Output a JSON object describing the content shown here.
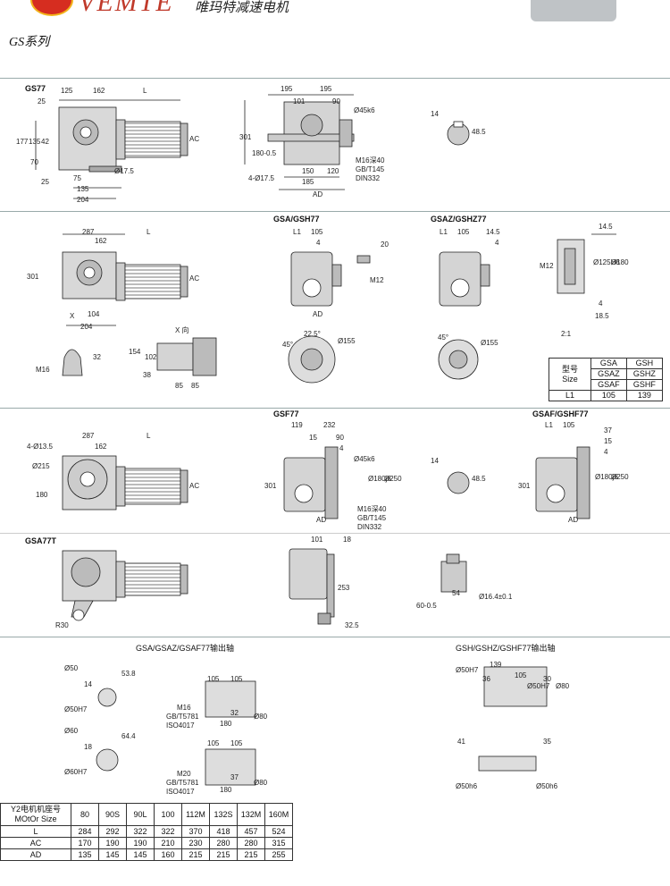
{
  "header": {
    "brand": "VEMTE",
    "brand_cn": "唯玛特减速电机",
    "series": "GS系列"
  },
  "sections": {
    "gs77": "GS77",
    "gsa": "GSA/GSH77",
    "gsaz": "GSAZ/GSHZ77",
    "gsf": "GSF77",
    "gsaf": "GSAF/GSHF77",
    "gsat": "GSA77T",
    "out_left": "GSA/GSAZ/GSAF77输出轴",
    "out_right": "GSH/GSHZ/GSHF77输出轴"
  },
  "dims": {
    "s1": [
      "25",
      "125",
      "162",
      "L",
      "177",
      "135",
      "42",
      "70",
      "25",
      "75",
      "135",
      "204",
      "Ø17.5",
      "AC",
      "195",
      "195",
      "101",
      "90",
      "Ø45k6",
      "301",
      "180-0.5",
      "4-Ø17.5",
      "150",
      "185",
      "120",
      "AD",
      "M16深40",
      "GB/T145",
      "DIN332",
      "14",
      "48.5"
    ],
    "s2": [
      "287",
      "162",
      "L",
      "301",
      "AC",
      "104",
      "204",
      "X",
      "L1",
      "105",
      "4",
      "20",
      "M12",
      "AD",
      "L1",
      "105",
      "14.5",
      "4",
      "14.5",
      "M12",
      "Ø125H8",
      "Ø180",
      "4",
      "18.5",
      "2:1",
      "X 向",
      "M16",
      "32",
      "154",
      "102",
      "38",
      "85",
      "85",
      "45°",
      "22.5°",
      "Ø155",
      "45°",
      "Ø155"
    ],
    "s3": [
      "4-Ø13.5",
      "287",
      "162",
      "L",
      "Ø215",
      "180",
      "AC",
      "119",
      "232",
      "15",
      "90",
      "4",
      "Ø45k6",
      "Ø180j6",
      "Ø250",
      "301",
      "AD",
      "M16深40",
      "GB/T145",
      "DIN332",
      "14",
      "48.5",
      "L1",
      "105",
      "37",
      "15",
      "4",
      "Ø180j6",
      "Ø250",
      "301",
      "AD"
    ],
    "s4": [
      "101",
      "18",
      "253",
      "32.5",
      "R30",
      "54",
      "60-0.5",
      "Ø16.4±0.1"
    ],
    "s5": [
      "Ø50",
      "14",
      "53.8",
      "Ø50H7",
      "Ø60",
      "18",
      "64.4",
      "Ø60H7",
      "105",
      "105",
      "M16",
      "GB/T5781",
      "ISO4017",
      "32",
      "180",
      "Ø80",
      "105",
      "105",
      "M20",
      "GB/T5781",
      "ISO4017",
      "37",
      "180",
      "Ø80",
      "139",
      "105",
      "36",
      "30",
      "Ø50H7",
      "Ø50H7",
      "Ø80",
      "41",
      "35",
      "Ø50h6",
      "Ø50h6"
    ]
  },
  "spec_table": {
    "header": [
      "型号",
      "GSA",
      "GSH"
    ],
    "row2": [
      "GSAZ",
      "GSHZ"
    ],
    "row3": [
      "Size",
      "GSAF",
      "GSHF"
    ],
    "row4": [
      "L1",
      "105",
      "139"
    ]
  },
  "motor_table": {
    "head1": "Y2电机机座号",
    "head2": "MOtOr Size",
    "sizes": [
      "80",
      "90S",
      "90L",
      "100",
      "112M",
      "132S",
      "132M",
      "160M"
    ],
    "rows": [
      {
        "label": "L",
        "values": [
          "284",
          "292",
          "322",
          "322",
          "370",
          "418",
          "457",
          "524"
        ]
      },
      {
        "label": "AC",
        "values": [
          "170",
          "190",
          "190",
          "210",
          "230",
          "280",
          "280",
          "315"
        ]
      },
      {
        "label": "AD",
        "values": [
          "135",
          "145",
          "145",
          "160",
          "215",
          "215",
          "215",
          "255"
        ]
      }
    ]
  }
}
